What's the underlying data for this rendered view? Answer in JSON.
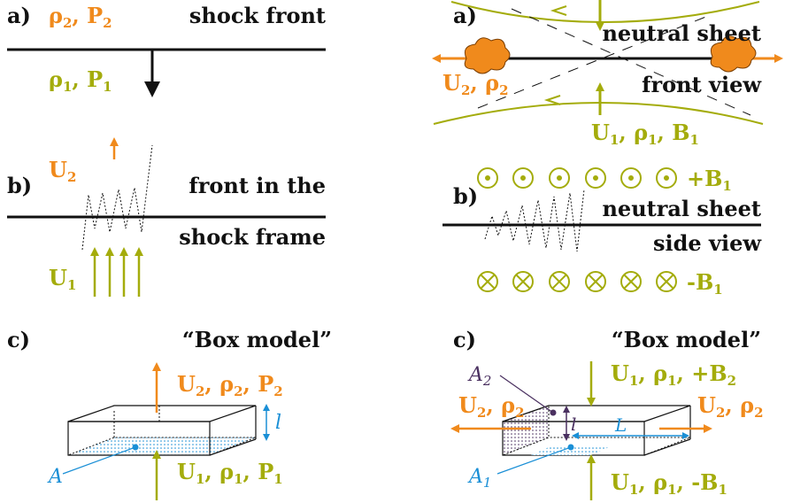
{
  "colors": {
    "orange": "#f08a1c",
    "olive": "#a4ac0c",
    "blue": "#1a8fd6",
    "purple": "#4a3060",
    "black": "#111111"
  },
  "left": {
    "a": {
      "panel": "a)",
      "top_label": {
        "rho": "ρ",
        "rho_sub": "2",
        "sep": ", ",
        "p": "P",
        "p_sub": "2"
      },
      "title": "shock front",
      "bottom_label": {
        "rho": "ρ",
        "rho_sub": "1",
        "sep": ", ",
        "p": "P",
        "p_sub": "1"
      }
    },
    "b": {
      "panel": "b)",
      "u2": {
        "u": "U",
        "sub": "2"
      },
      "title_line1": "front in the",
      "title_line2": "shock frame",
      "u1": {
        "u": "U",
        "sub": "1"
      }
    },
    "c": {
      "panel": "c)",
      "title": "“Box model”",
      "top_label": {
        "u": "U",
        "u_sub": "2",
        "sep1": ", ",
        "rho": "ρ",
        "rho_sub": "2",
        "sep2": ", ",
        "p": "P",
        "p_sub": "2"
      },
      "bottom_label": {
        "u": "U",
        "u_sub": "1",
        "sep1": ", ",
        "rho": "ρ",
        "rho_sub": "1",
        "sep2": ", ",
        "p": "P",
        "p_sub": "1"
      },
      "area": "A",
      "height": "l"
    }
  },
  "right": {
    "a": {
      "panel": "a)",
      "title_line1": "neutral sheet",
      "title_line2": "front view",
      "left_label": {
        "u": "U",
        "u_sub": "2",
        "sep": ", ",
        "rho": "ρ",
        "rho_sub": "2"
      },
      "bottom_label": {
        "u": "U",
        "u_sub": "1",
        "sep1": ", ",
        "rho": "ρ",
        "rho_sub": "1",
        "sep2": ", ",
        "b": "B",
        "b_sub": "1"
      }
    },
    "b": {
      "panel": "b)",
      "plus_label": {
        "text": "+B",
        "sub": "1"
      },
      "title_line1": "neutral sheet",
      "title_line2": "side view",
      "minus_label": {
        "text": "-B",
        "sub": "1"
      }
    },
    "c": {
      "panel": "c)",
      "title": "“Box model”",
      "top_label": {
        "u": "U",
        "u_sub": "1",
        "sep1": ", ",
        "rho": "ρ",
        "rho_sub": "1",
        "sep2": ", ",
        "b": "+B",
        "b_sub": "2"
      },
      "left_label": {
        "u": "U",
        "u_sub": "2",
        "sep": ", ",
        "rho": "ρ",
        "rho_sub": "2"
      },
      "right_label": {
        "u": "U",
        "u_sub": "2",
        "sep": ", ",
        "rho": "ρ",
        "rho_sub": "2"
      },
      "bottom_label": {
        "u": "U",
        "u_sub": "1",
        "sep1": ", ",
        "rho": "ρ",
        "rho_sub": "1",
        "sep2": ", ",
        "b": "-B",
        "b_sub": "1"
      },
      "a2": {
        "a": "A",
        "sub": "2"
      },
      "a1": {
        "a": "A",
        "sub": "1"
      },
      "height": "l",
      "length": "L"
    }
  }
}
